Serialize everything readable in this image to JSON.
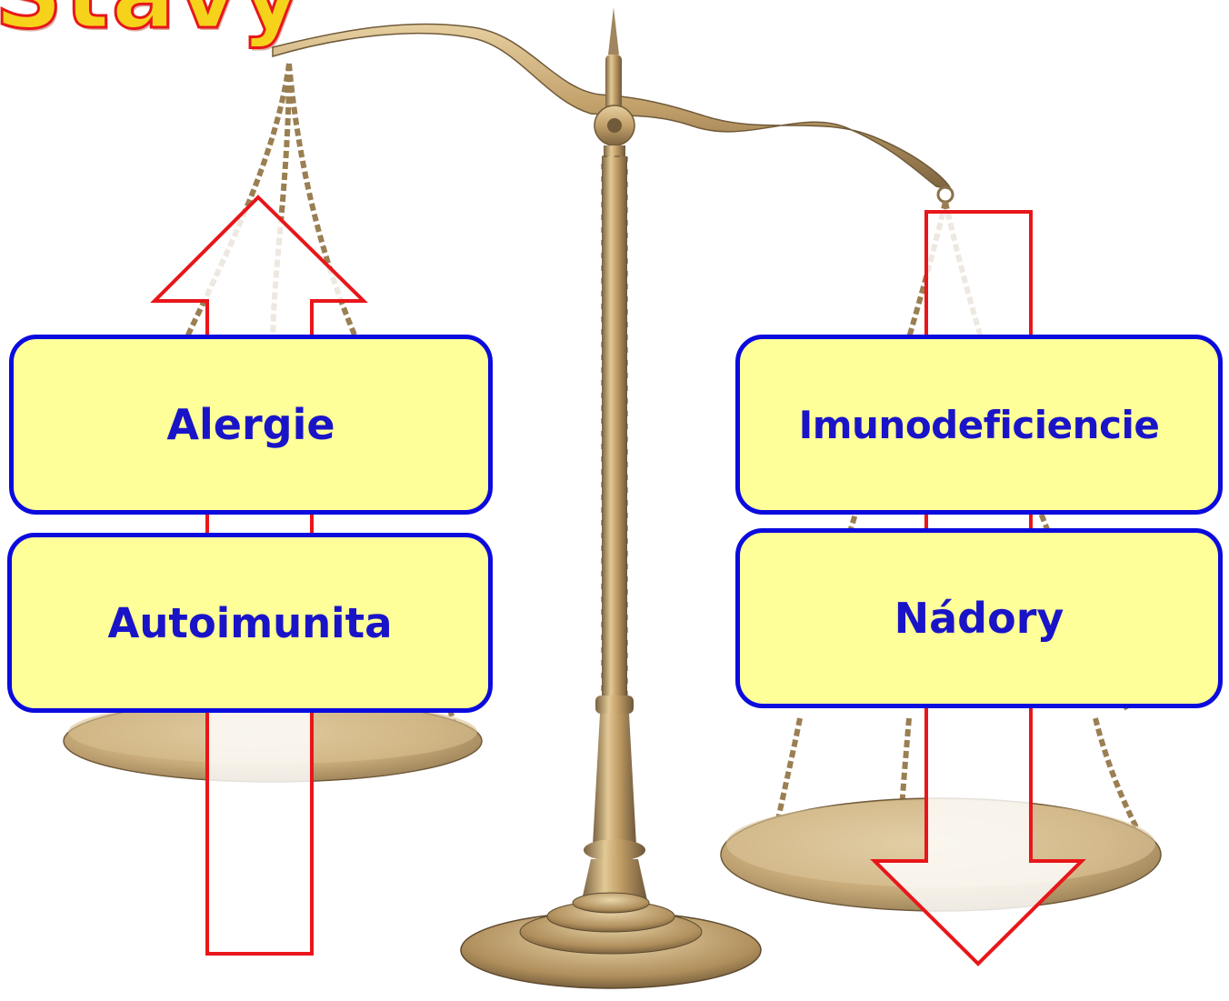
{
  "title_fragment": "Stavy",
  "labels": {
    "alergie": "Alergie",
    "autoimunita": "Autoimunita",
    "imunodeficiencie": "Imunodeficiencie",
    "nadory": "Nádory"
  },
  "illustration": "balance-scale",
  "arrows": {
    "left": "up",
    "right": "down"
  },
  "colors": {
    "box_fill": "#ffff99",
    "box_border": "#0b0bde",
    "label_text": "#1a14c8",
    "arrow_outline": "#e8161a",
    "title_fill": "#f7d21a",
    "title_stroke": "#e8161a",
    "brass": "#c9a86a"
  }
}
